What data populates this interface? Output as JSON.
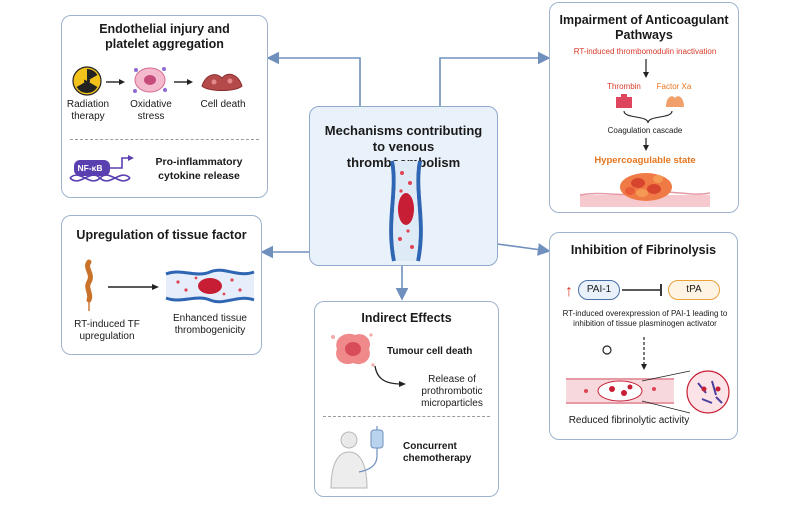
{
  "center": {
    "title": "Mechanisms contributing to venous thromboembolism"
  },
  "endothelial": {
    "title": "Endothelial injury and platelet aggregation",
    "step1": "Radiation therapy",
    "step2": "Oxidative stress",
    "step3": "Cell death",
    "nfkb_label": "NF-κB",
    "cytokine": "Pro-inflammatory cytokine release"
  },
  "tissue_factor": {
    "title": "Upregulation of tissue factor",
    "left_label": "RT-induced TF upregulation",
    "right_label": "Enhanced tissue thrombogenicity"
  },
  "indirect": {
    "title": "Indirect Effects",
    "tumour": "Tumour cell death",
    "release": "Release of prothrombotic microparticles",
    "chemo": "Concurrent chemotherapy"
  },
  "anticoagulant": {
    "title": "Impairment of Anticoagulant Pathways",
    "inactivation": "RT-induced thrombomodulin inactivation",
    "thrombin": "Thrombin",
    "factor_xa": "Factor Xa",
    "cascade": "Coagulation cascade",
    "state": "Hypercoagulable state"
  },
  "fibrinolysis": {
    "title": "Inhibition of Fibrinolysis",
    "up_arrow": "↑",
    "pai": "PAI-1",
    "tpa": "tPA",
    "description": "RT-induced overexpression of PAI-1 leading to inhibition of tissue plasminogen activator",
    "result": "Reduced fibrinolytic activity"
  },
  "colors": {
    "panel_border": "#9fb3cf",
    "center_fill": "#e9f1fa",
    "connector": "#6f8fbd",
    "accent_orange": "#e8761e",
    "accent_red": "#d83a2a",
    "nfkb_purple": "#5a3fb0",
    "vessel_blue": "#2f66b3",
    "clot_red": "#c81e35"
  },
  "icons": [
    "radiation-icon",
    "oxidative-stress-icon",
    "cell-death-icon",
    "dna-icon",
    "tf-protein-icon",
    "vessel-clot-icon",
    "tumour-cell-icon",
    "patient-iv-icon",
    "thrombin-icon",
    "factor-xa-icon",
    "clot-icon"
  ]
}
